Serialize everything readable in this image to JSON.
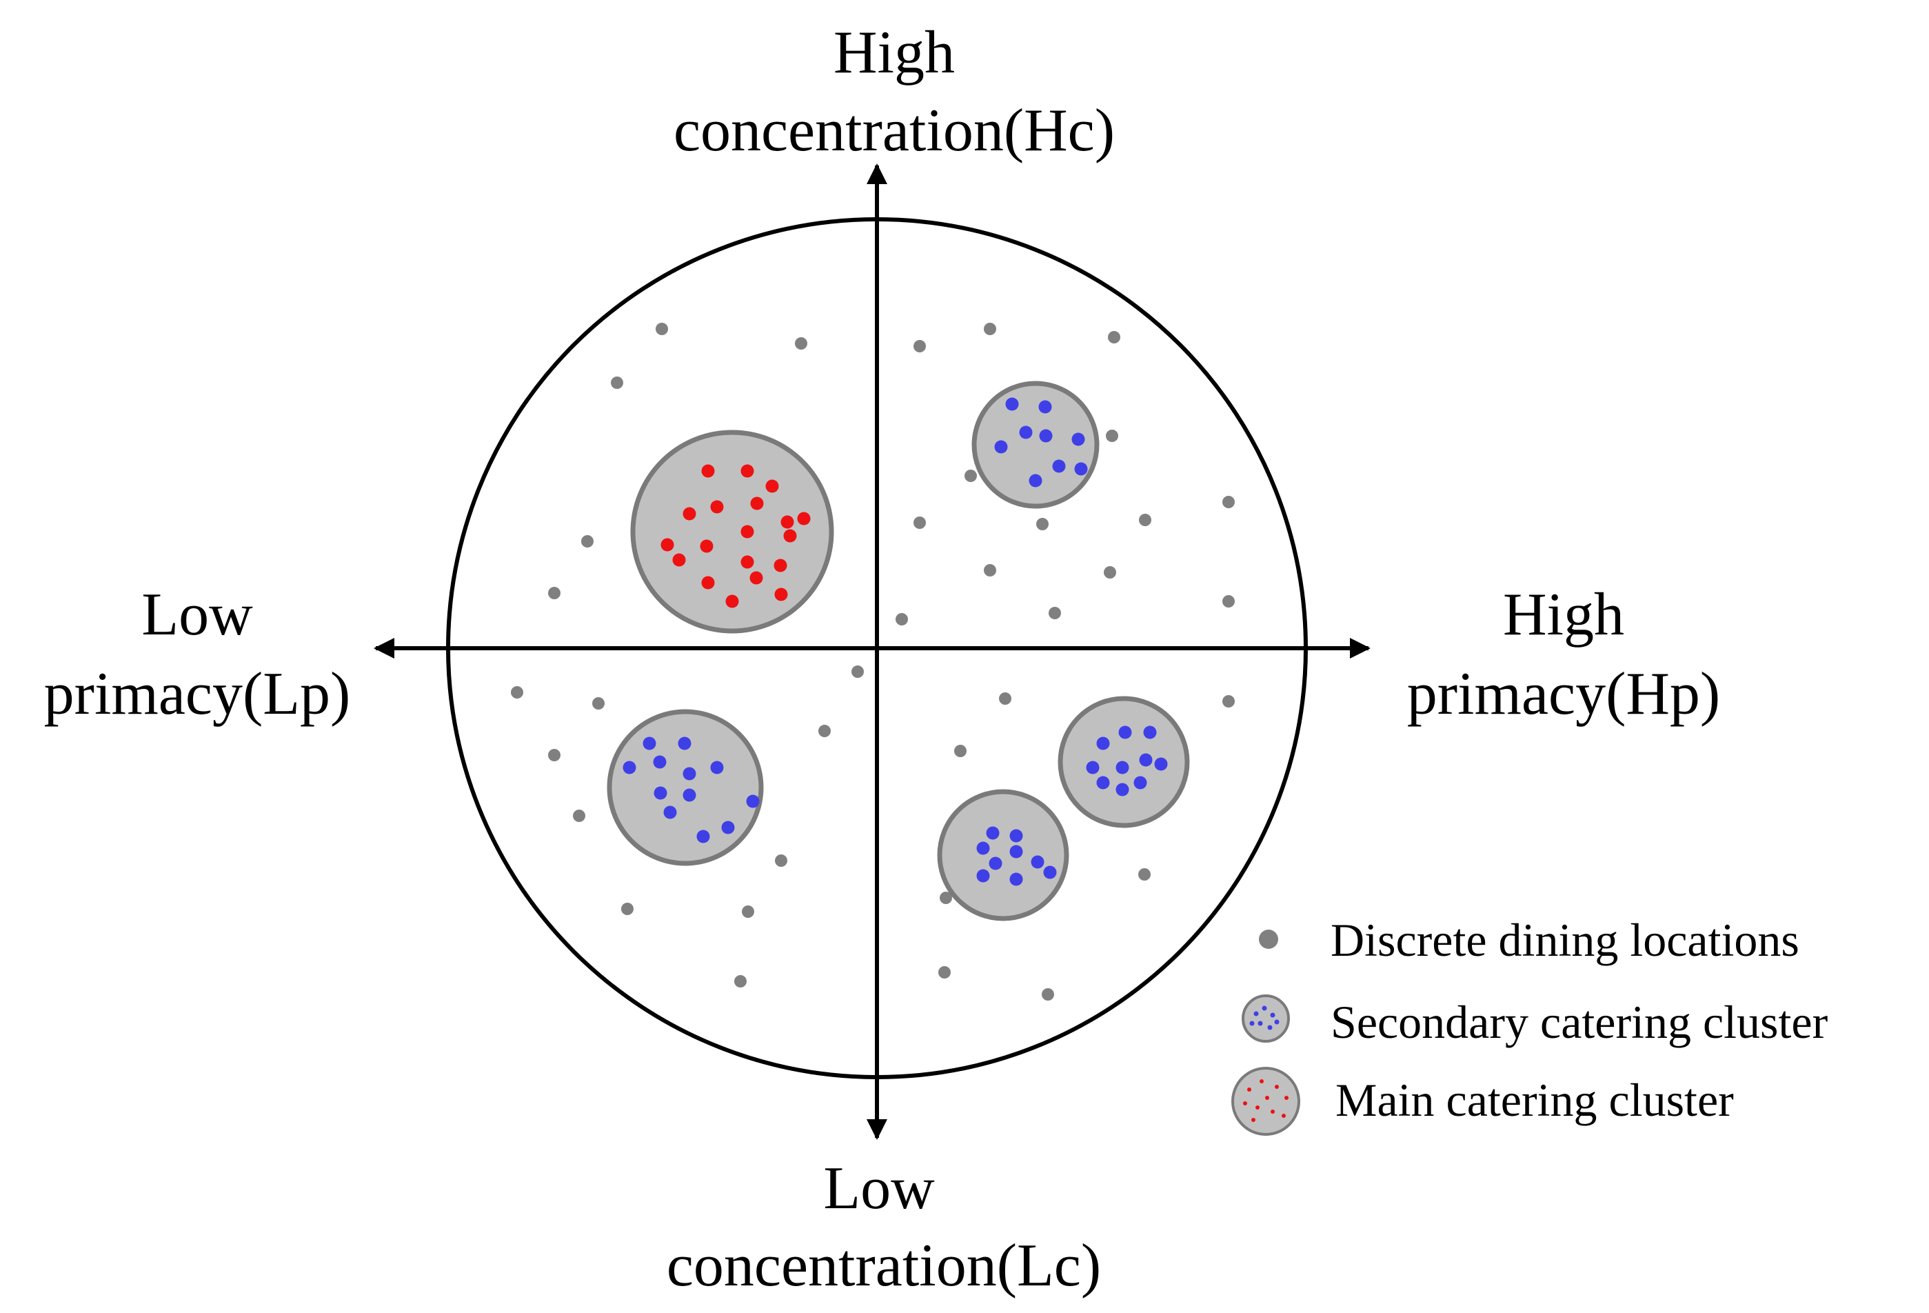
{
  "labels": {
    "top": [
      "High",
      "concentration(Hc)"
    ],
    "bottom": [
      "Low",
      "concentration(Lc)"
    ],
    "left": [
      "Low",
      "primacy(Lp)"
    ],
    "right": [
      "High",
      "primacy(Hp)"
    ]
  },
  "legend": [
    {
      "label": "Discrete dining locations",
      "icon": "gray-dot-icon"
    },
    {
      "label": "Secondary catering cluster",
      "icon": "secondary-cluster-icon"
    },
    {
      "label": "Main catering cluster",
      "icon": "main-cluster-icon"
    }
  ],
  "colors": {
    "discrete": "#808080",
    "secondary": "#3f3fe8",
    "main": "#ee1111",
    "cluster_fill": "#c0c0c0",
    "cluster_stroke": "#7a7a7a",
    "outline": "#000000"
  }
}
